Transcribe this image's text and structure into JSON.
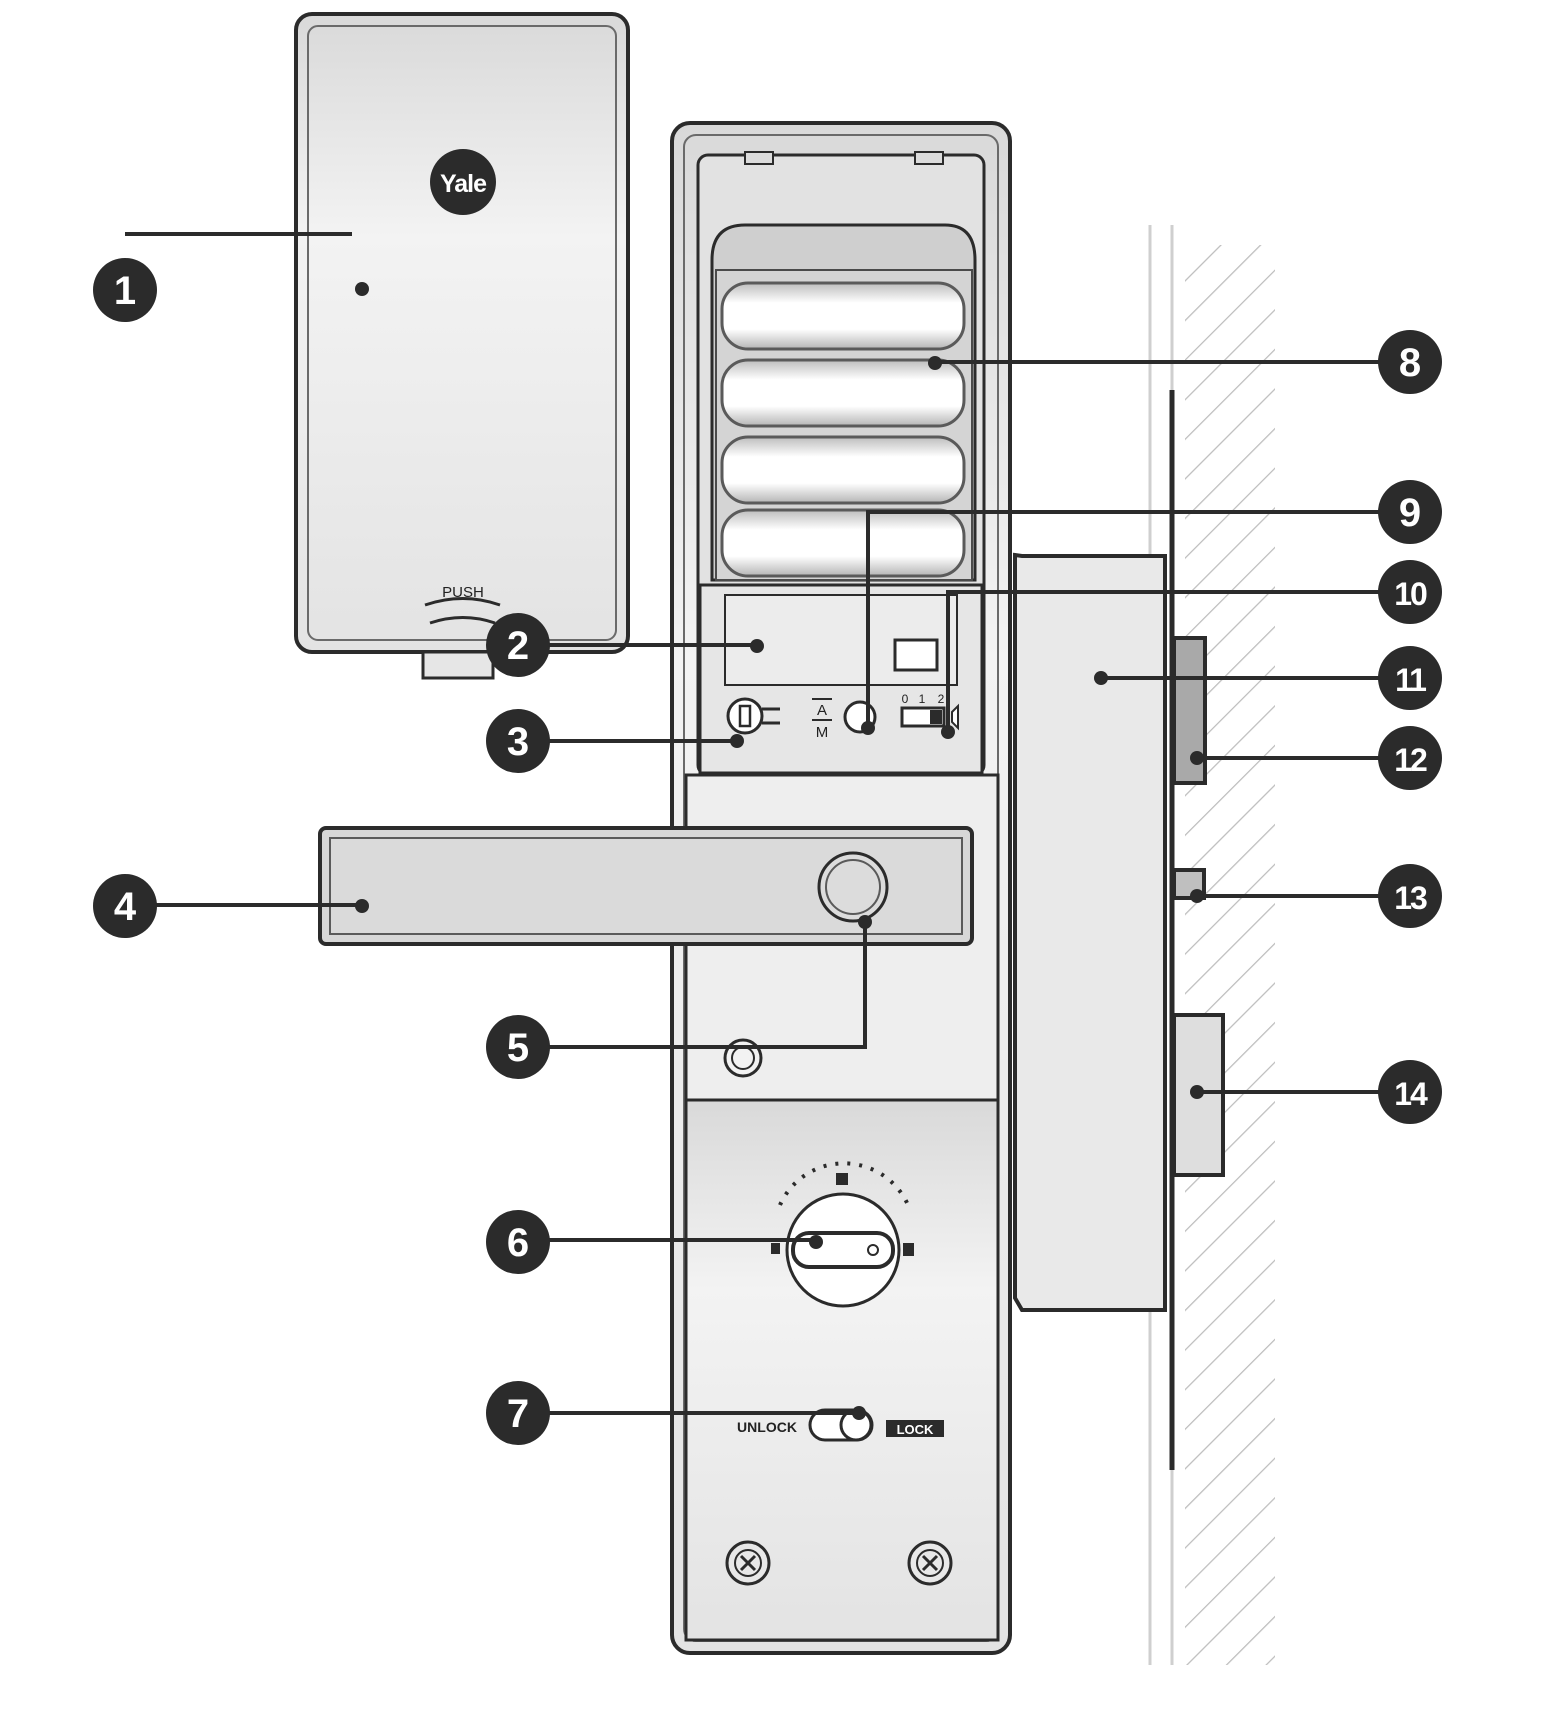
{
  "brand": {
    "logo_text": "Yale"
  },
  "cover": {
    "push_label": "PUSH"
  },
  "mode_switch": {
    "a_label": "A",
    "m_label": "M"
  },
  "volume_switch": {
    "scale": [
      "0",
      "1",
      "2"
    ]
  },
  "slide_lock": {
    "unlock_label": "UNLOCK",
    "lock_label": "LOCK"
  },
  "callouts": [
    "1",
    "2",
    "3",
    "4",
    "5",
    "6",
    "7",
    "8",
    "9",
    "10",
    "11",
    "12",
    "13",
    "14"
  ],
  "colors": {
    "line": "#2b2b2b",
    "panel": "#e6e6e6",
    "body": "#d8d8d8",
    "hatch": "#c8c8c8"
  }
}
